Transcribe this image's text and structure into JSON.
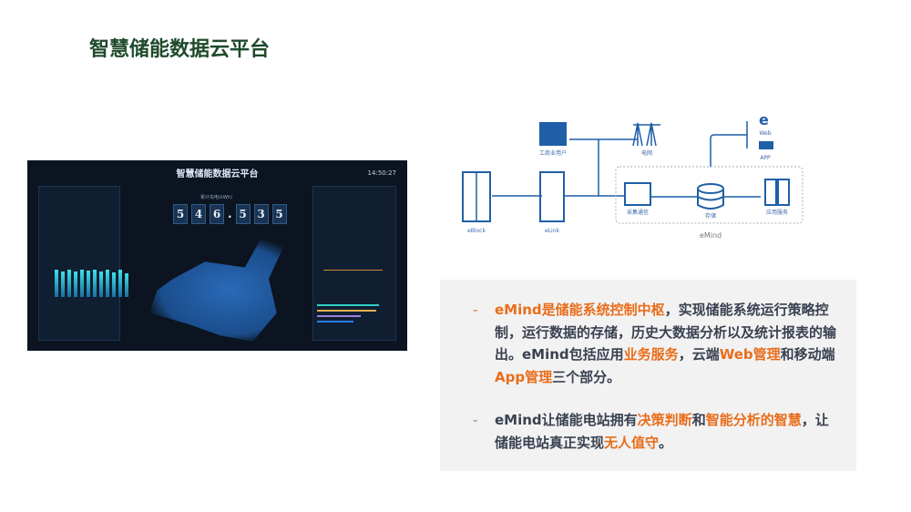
{
  "slide": {
    "title": "智慧储能数据云平台"
  },
  "dashboard": {
    "title": "智慧储能数据云平台",
    "time": "14:50:27",
    "counter_label": "累计充电(kWh)",
    "digits": [
      "5",
      "4",
      "6",
      "5",
      "3",
      "5"
    ],
    "separator": "."
  },
  "diagram": {
    "labels": {
      "user": "工商业用户",
      "grid": "电网",
      "web": "Web",
      "app": "APP",
      "collect": "采集通信",
      "storage": "存储",
      "service": "应用服务",
      "eblock": "eBlock",
      "elink": "eLink",
      "emind": "eMind"
    }
  },
  "text": {
    "p1": [
      {
        "t": "eMind是储能系统控制中枢",
        "hl": true
      },
      {
        "t": "，实现储能系统运行策略控制，运行数据的存储，历史大数据分析以及统计报表的输出。eMind包括应用",
        "hl": false
      },
      {
        "t": "业务服务",
        "hl": true
      },
      {
        "t": "，云端",
        "hl": false
      },
      {
        "t": "Web管理",
        "hl": true
      },
      {
        "t": "和移动端",
        "hl": false
      },
      {
        "t": "App管理",
        "hl": true
      },
      {
        "t": "三个部分。",
        "hl": false
      }
    ],
    "p2": [
      {
        "t": "eMind让储能电站拥有",
        "hl": false
      },
      {
        "t": "决策判断",
        "hl": true
      },
      {
        "t": "和",
        "hl": false
      },
      {
        "t": "智能分析的智慧",
        "hl": true
      },
      {
        "t": "，让储能电站真正实现",
        "hl": false
      },
      {
        "t": "无人值守",
        "hl": true
      },
      {
        "t": "。",
        "hl": false
      }
    ],
    "bullet": "-"
  },
  "colors": {
    "title": "#1f4a2c",
    "accent": "#e96d1b",
    "diagram": "#1f5fa8"
  }
}
